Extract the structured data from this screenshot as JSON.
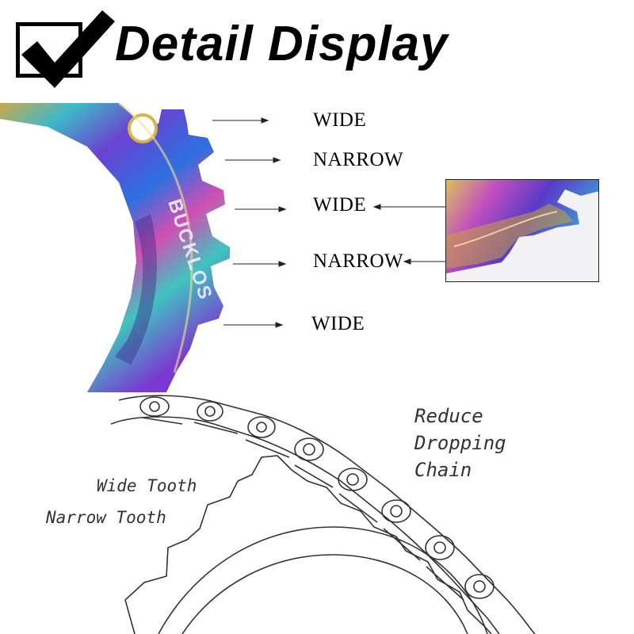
{
  "header": {
    "title": "Detail Display",
    "check_icon": "checkmark-icon"
  },
  "tooth_labels": [
    "WIDE",
    "NARROW",
    "WIDE",
    "NARROW",
    "WIDE"
  ],
  "brand_text": "BUCKLOS",
  "sketch": {
    "callout": [
      "Reduce",
      "Dropping",
      "Chain"
    ],
    "wide_tooth": "Wide Tooth",
    "narrow_tooth": "Narrow Tooth"
  },
  "colors": {
    "iridescent": [
      "#7b3fd1",
      "#2f6fe0",
      "#27c0c9",
      "#e9c64a",
      "#d64bb0",
      "#5a2aa8"
    ]
  }
}
